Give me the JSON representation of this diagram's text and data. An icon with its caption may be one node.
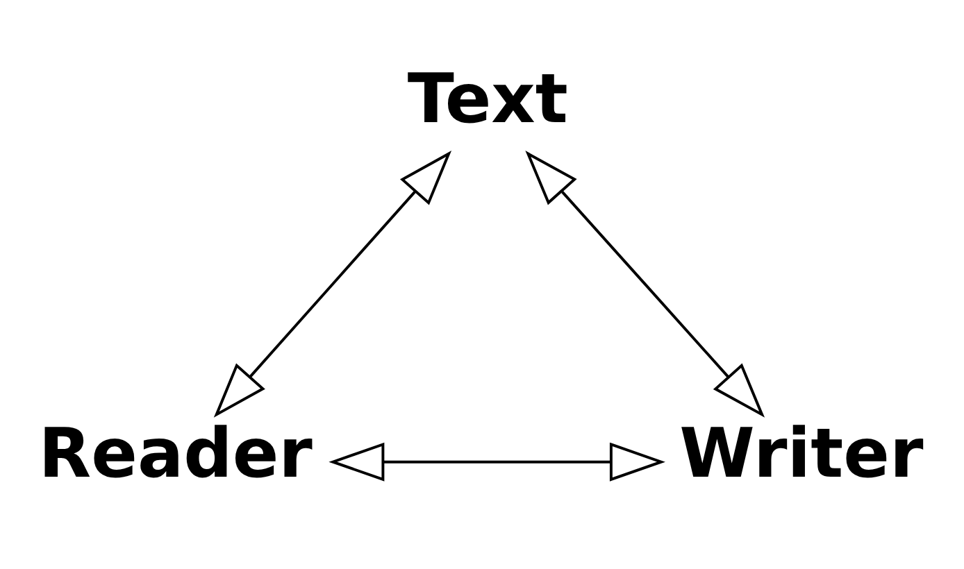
{
  "diagram": {
    "nodes": [
      {
        "text": [
          "Text"
        ]
      },
      {
        "text": [
          "Reader"
        ]
      },
      {
        "text": [
          "Writer"
        ]
      }
    ],
    "edges": [
      {
        "from": 0,
        "to": 1,
        "arrow": "both"
      },
      {
        "from": 0,
        "to": 2,
        "arrow": "both"
      },
      {
        "from": 1,
        "to": 2,
        "arrow": "both"
      }
    ]
  }
}
